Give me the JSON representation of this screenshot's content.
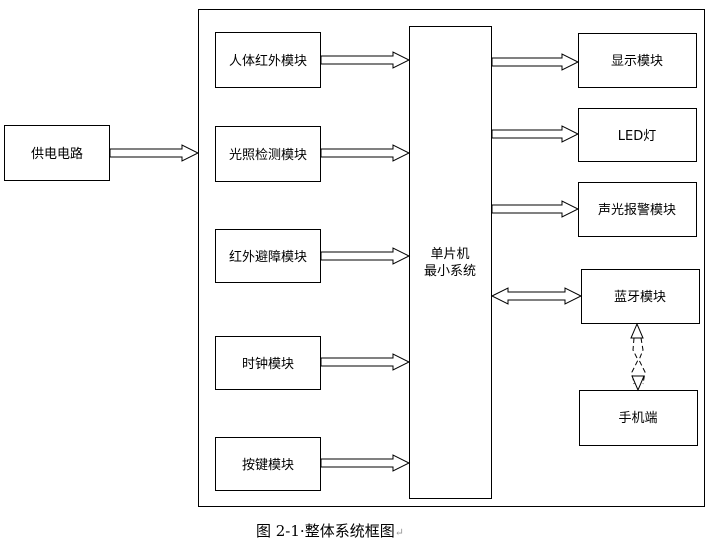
{
  "nodes": {
    "power": "供电电路",
    "human_ir": "人体红外模块",
    "light_detect": "光照检测模块",
    "ir_avoid": "红外避障模块",
    "clock": "时钟模块",
    "keys": "按键模块",
    "mcu_line1": "单片机",
    "mcu_line2": "最小系统",
    "display": "显示模块",
    "led": "LED灯",
    "alarm": "声光报警模块",
    "bluetooth": "蓝牙模块",
    "phone": "手机端"
  },
  "caption": {
    "text": "图 2-1·整体系统框图",
    "end_mark": "↵"
  }
}
